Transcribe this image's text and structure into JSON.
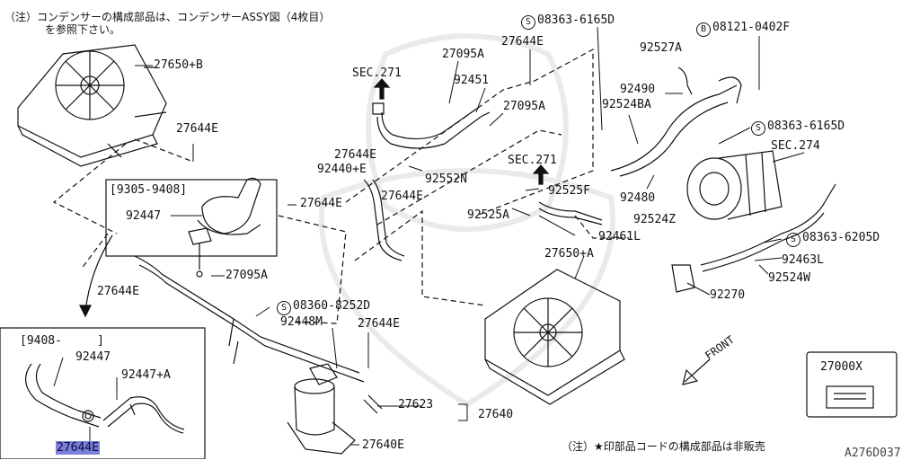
{
  "notes": {
    "top_note_line1": "（注）コンデンサーの構成部品は、コンデンサーASSY図（4枚目）",
    "top_note_line2": "を参照下さい。",
    "bottom_note": "（注）★印部品コードの構成部品は非販売",
    "diagram_code": "A276D037"
  },
  "callouts": {
    "sec271_left": "SEC.271",
    "sec271_mid": "SEC.271",
    "sec274": "SEC.274",
    "front": "FRONT",
    "range_upper": "[9305-9408]",
    "range_lower": "[9408-     ]",
    "s_symbol": "S",
    "b_symbol": "B",
    "box_part": "27000X"
  },
  "parts": [
    {
      "id": "p-27650b",
      "text": "27650+B"
    },
    {
      "id": "p-27644e-1",
      "text": "27644E"
    },
    {
      "id": "p-92447-upper",
      "text": "92447"
    },
    {
      "id": "p-27095a-low",
      "text": "27095A"
    },
    {
      "id": "p-27644e-left",
      "text": "27644E"
    },
    {
      "id": "p-92447-inset",
      "text": "92447"
    },
    {
      "id": "p-92447a-inset",
      "text": "92447+A"
    },
    {
      "id": "p-27644e-inset",
      "text": "27644E"
    },
    {
      "id": "p-08363-6165d-top",
      "text": "08363-6165D"
    },
    {
      "id": "p-27644e-top",
      "text": "27644E"
    },
    {
      "id": "p-27095a-top",
      "text": "27095A"
    },
    {
      "id": "p-92451",
      "text": "92451"
    },
    {
      "id": "p-27095a-mid",
      "text": "27095A"
    },
    {
      "id": "p-27644e-mid1",
      "text": "27644E"
    },
    {
      "id": "p-92440e",
      "text": "92440+E"
    },
    {
      "id": "p-92552n",
      "text": "92552N"
    },
    {
      "id": "p-27644e-mid2",
      "text": "27644E"
    },
    {
      "id": "p-27644e-mid3",
      "text": "27644E"
    },
    {
      "id": "p-92525a",
      "text": "92525A"
    },
    {
      "id": "p-92525f",
      "text": "92525F"
    },
    {
      "id": "p-92461l",
      "text": "92461L"
    },
    {
      "id": "p-08121",
      "text": "08121-0402F"
    },
    {
      "id": "p-92527a",
      "text": "92527A"
    },
    {
      "id": "p-92490",
      "text": "92490"
    },
    {
      "id": "p-92524ba",
      "text": "92524BA"
    },
    {
      "id": "p-08363-6165d-right",
      "text": "08363-6165D"
    },
    {
      "id": "p-92480",
      "text": "92480"
    },
    {
      "id": "p-92524z",
      "text": "92524Z"
    },
    {
      "id": "p-08363-6205d",
      "text": "08363-6205D"
    },
    {
      "id": "p-92463l",
      "text": "92463L"
    },
    {
      "id": "p-92524w",
      "text": "92524W"
    },
    {
      "id": "p-92270",
      "text": "92270"
    },
    {
      "id": "p-27650a",
      "text": "27650+A"
    },
    {
      "id": "p-08360",
      "text": "08360-8252D"
    },
    {
      "id": "p-92448m",
      "text": "92448M"
    },
    {
      "id": "p-27644e-low",
      "text": "27644E"
    },
    {
      "id": "p-27623",
      "text": "27623"
    },
    {
      "id": "p-27640",
      "text": "27640"
    },
    {
      "id": "p-27640e",
      "text": "27640E"
    }
  ],
  "colors": {
    "ink": "#111111",
    "highlight": "#7b7fd8",
    "watermark": "#e6e6e6"
  }
}
